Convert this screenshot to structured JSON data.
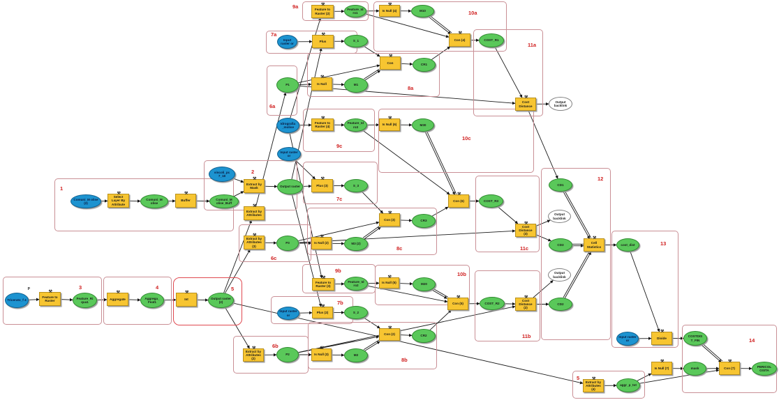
{
  "diagram": {
    "type": "ModelBuilder geoprocessing workflow",
    "groups": [
      {
        "id": "g1",
        "label": "1"
      },
      {
        "id": "g2",
        "label": "2"
      },
      {
        "id": "g3",
        "label": "3"
      },
      {
        "id": "g4",
        "label": "4"
      },
      {
        "id": "g5a",
        "label": "5"
      },
      {
        "id": "g5b",
        "label": "5"
      },
      {
        "id": "g6a",
        "label": "6a"
      },
      {
        "id": "g6b",
        "label": "6b"
      },
      {
        "id": "g6c",
        "label": "6c"
      },
      {
        "id": "g7a",
        "label": "7a"
      },
      {
        "id": "g7b",
        "label": "7b"
      },
      {
        "id": "g7c",
        "label": "7c"
      },
      {
        "id": "g8a",
        "label": "8a"
      },
      {
        "id": "g8b",
        "label": "8b"
      },
      {
        "id": "g8c",
        "label": "8c"
      },
      {
        "id": "g9a",
        "label": "9a"
      },
      {
        "id": "g9b",
        "label": "9b"
      },
      {
        "id": "g9c",
        "label": "9c"
      },
      {
        "id": "g10a",
        "label": "10a"
      },
      {
        "id": "g10b",
        "label": "10b"
      },
      {
        "id": "g10c",
        "label": "10c"
      },
      {
        "id": "g11a",
        "label": "11a"
      },
      {
        "id": "g11b",
        "label": "11b"
      },
      {
        "id": "g11c",
        "label": "11c"
      },
      {
        "id": "g12",
        "label": "12"
      },
      {
        "id": "g13",
        "label": "13"
      },
      {
        "id": "g14",
        "label": "14"
      }
    ],
    "nodes": {
      "comuni_2": {
        "kind": "input",
        "label": "Comuni_M olise (2)"
      },
      "select_layer": {
        "kind": "tool",
        "label": "Select Layer By Attribute"
      },
      "comuni": {
        "kind": "data",
        "label": "Comuni_M olise"
      },
      "buffer": {
        "kind": "tool",
        "label": "Buffer"
      },
      "comuni_buff": {
        "kind": "data",
        "label": "Comuni_M olise_Buff"
      },
      "vincoli": {
        "kind": "input",
        "label": "vincoli_pc 7_18"
      },
      "extract_mask": {
        "kind": "tool",
        "label": "Extract by Mask"
      },
      "output_raster_2": {
        "kind": "data",
        "label": "Output raster"
      },
      "extract_attr": {
        "kind": "tool",
        "label": "Extract by Attributes"
      },
      "tricerato": {
        "kind": "input",
        "label": "Tricerato_f 4",
        "param": "P"
      },
      "feat_to_raster": {
        "kind": "tool",
        "label": "Feature to Raster"
      },
      "feature_ri": {
        "kind": "data",
        "label": "Feature_Ri qua1"
      },
      "aggregate": {
        "kind": "tool",
        "label": "Aggregate"
      },
      "aggrega": {
        "kind": "data",
        "label": "Aggrega_ Feat1"
      },
      "int": {
        "kind": "tool",
        "label": "Int"
      },
      "output_raster_5": {
        "kind": "data",
        "label": "Output raster (2)"
      },
      "feat_to_raster_2": {
        "kind": "tool",
        "label": "Feature to Raster (2)"
      },
      "feature_id_a": {
        "kind": "data",
        "label": "Feature_Id ro1"
      },
      "isnull_4": {
        "kind": "tool",
        "label": "Is Null (4)"
      },
      "m10_a": {
        "kind": "data",
        "label": "M10"
      },
      "con_4": {
        "kind": "tool",
        "label": "Con (4)"
      },
      "cost_r1": {
        "kind": "data",
        "label": "COST_R1"
      },
      "input_raster_7a": {
        "kind": "input",
        "label": "Input raster or"
      },
      "plus": {
        "kind": "tool",
        "label": "Plus"
      },
      "s_1": {
        "kind": "data",
        "label": "S_1"
      },
      "p1": {
        "kind": "data",
        "label": "P1"
      },
      "isnull": {
        "kind": "tool",
        "label": "Is Null"
      },
      "m1": {
        "kind": "data",
        "label": "M1"
      },
      "con": {
        "kind": "tool",
        "label": "Con"
      },
      "cr1": {
        "kind": "data",
        "label": "CR1"
      },
      "cost_dist": {
        "kind": "tool",
        "label": "Cost Distance"
      },
      "backlink_a": {
        "kind": "out",
        "label": "Output backlink"
      },
      "idrografia": {
        "kind": "input",
        "label": "Idrografia _molise"
      },
      "feat_to_raster_4": {
        "kind": "tool",
        "label": "Feature to Raster (4)"
      },
      "feature_id_c": {
        "kind": "data",
        "label": "Feature_Id ro3"
      },
      "isnull_6": {
        "kind": "tool",
        "label": "Is Null (6)"
      },
      "m30": {
        "kind": "data",
        "label": "M30"
      },
      "input_raster_7c": {
        "kind": "input",
        "label": "Input raster or"
      },
      "plus_3": {
        "kind": "tool",
        "label": "Plus (3)"
      },
      "s_3": {
        "kind": "data",
        "label": "S_3"
      },
      "con_6": {
        "kind": "tool",
        "label": "Con (6)"
      },
      "cost_r3": {
        "kind": "data",
        "label": "COST_R3"
      },
      "extract_attr_3": {
        "kind": "tool",
        "label": "Extract by Attributes (3)"
      },
      "p3": {
        "kind": "data",
        "label": "P3"
      },
      "isnull_2": {
        "kind": "tool",
        "label": "Is Null (2)"
      },
      "m3_2": {
        "kind": "data",
        "label": "M3 (2)"
      },
      "con_3": {
        "kind": "tool",
        "label": "Con (3)"
      },
      "cr3": {
        "kind": "data",
        "label": "CR3"
      },
      "cost_dist_3": {
        "kind": "tool",
        "label": "Cost Distance (3)"
      },
      "backlink_c": {
        "kind": "out",
        "label": "Output backlink"
      },
      "cd1": {
        "kind": "data",
        "label": "CD1"
      },
      "cd3": {
        "kind": "data",
        "label": "CD3"
      },
      "cell_stats": {
        "kind": "tool",
        "label": "Cell Statistics"
      },
      "cost_dist_out": {
        "kind": "data",
        "label": "cost_dist"
      },
      "feat_to_raster_3": {
        "kind": "tool",
        "label": "Feature to Raster (3)"
      },
      "feature_id_b": {
        "kind": "data",
        "label": "Feature_Id ro2"
      },
      "isnull_5": {
        "kind": "tool",
        "label": "Is Null (5)"
      },
      "m20": {
        "kind": "data",
        "label": "M20"
      },
      "con_5": {
        "kind": "tool",
        "label": "Con (5)"
      },
      "cost_r2": {
        "kind": "data",
        "label": "COST_R2"
      },
      "cost_dist_2": {
        "kind": "tool",
        "label": "Cost Distance (2)"
      },
      "backlink_b": {
        "kind": "out",
        "label": "Output backlink"
      },
      "cd2": {
        "kind": "data",
        "label": "CD2"
      },
      "input_raster_7b": {
        "kind": "input",
        "label": "Input raster or"
      },
      "plus_2": {
        "kind": "tool",
        "label": "Plus (2)"
      },
      "s_2": {
        "kind": "data",
        "label": "S_2"
      },
      "extract_attr_2": {
        "kind": "tool",
        "label": "Extract by Attributes (2)"
      },
      "p2": {
        "kind": "data",
        "label": "P2"
      },
      "isnull_3": {
        "kind": "tool",
        "label": "Is Null (3)"
      },
      "m2": {
        "kind": "data",
        "label": "M2"
      },
      "con_2": {
        "kind": "tool",
        "label": "Con (2)"
      },
      "cr2": {
        "kind": "data",
        "label": "CR2"
      },
      "input_raster_13": {
        "kind": "input",
        "label": "Input raster or"
      },
      "divide": {
        "kind": "tool",
        "label": "Divide"
      },
      "costdist_fin": {
        "kind": "data",
        "label": "COSTDIS T_FIN"
      },
      "extract_attr_4": {
        "kind": "tool",
        "label": "Extract by Attributes (4)"
      },
      "aggr_p_tot": {
        "kind": "data",
        "label": "aggr_p_tot"
      },
      "isnull_7": {
        "kind": "tool",
        "label": "Is Null (7)"
      },
      "mask": {
        "kind": "data",
        "label": "mask"
      },
      "con_7": {
        "kind": "tool",
        "label": "Con (7)"
      },
      "pericolosita": {
        "kind": "data",
        "label": "PERICOL OSITA"
      }
    },
    "edges": [
      [
        "comuni_2",
        "select_layer"
      ],
      [
        "select_layer",
        "comuni"
      ],
      [
        "comuni",
        "buffer"
      ],
      [
        "buffer",
        "comuni_buff"
      ],
      [
        "comuni_buff",
        "extract_mask"
      ],
      [
        "vincoli",
        "extract_mask"
      ],
      [
        "extract_mask",
        "output_raster_2"
      ],
      [
        "tricerato",
        "feat_to_raster"
      ],
      [
        "feat_to_raster",
        "feature_ri"
      ],
      [
        "feature_ri",
        "aggregate"
      ],
      [
        "aggregate",
        "aggrega"
      ],
      [
        "aggrega",
        "int"
      ],
      [
        "int",
        "output_raster_5"
      ],
      [
        "output_raster_5",
        "extract_attr"
      ],
      [
        "output_raster_5",
        "extract_attr_3"
      ],
      [
        "output_raster_5",
        "extract_attr_2"
      ],
      [
        "output_raster_5",
        "extract_attr_4"
      ],
      [
        "feat_to_raster_2",
        "feature_id_a"
      ],
      [
        "feature_id_a",
        "isnull_4"
      ],
      [
        "isnull_4",
        "m10_a"
      ],
      [
        "m10_a",
        "con_4"
      ],
      [
        "feature_id_a",
        "con_4"
      ],
      [
        "con_4",
        "cost_r1"
      ],
      [
        "input_raster_7a",
        "plus"
      ],
      [
        "plus",
        "s_1"
      ],
      [
        "s_1",
        "con"
      ],
      [
        "p1",
        "isnull"
      ],
      [
        "isnull",
        "m1"
      ],
      [
        "m1",
        "con"
      ],
      [
        "p1",
        "con"
      ],
      [
        "con",
        "cr1"
      ],
      [
        "cr1",
        "con_4"
      ],
      [
        "cost_r1",
        "cost_dist"
      ],
      [
        "p1",
        "cost_dist"
      ],
      [
        "cost_dist",
        "backlink_a"
      ],
      [
        "cost_dist",
        "cd1"
      ],
      [
        "idrografia",
        "feat_to_raster_4"
      ],
      [
        "feat_to_raster_4",
        "feature_id_c"
      ],
      [
        "feature_id_c",
        "isnull_6"
      ],
      [
        "isnull_6",
        "m30"
      ],
      [
        "m30",
        "con_6"
      ],
      [
        "feature_id_c",
        "con_6"
      ],
      [
        "input_raster_7c",
        "plus_3"
      ],
      [
        "output_raster_2",
        "plus_3"
      ],
      [
        "plus_3",
        "s_3"
      ],
      [
        "s_3",
        "con_3"
      ],
      [
        "extract_attr_3",
        "p3"
      ],
      [
        "p3",
        "isnull_2"
      ],
      [
        "isnull_2",
        "m3_2"
      ],
      [
        "m3_2",
        "con_3"
      ],
      [
        "p3",
        "con_3"
      ],
      [
        "con_3",
        "cr3"
      ],
      [
        "cr3",
        "con_6"
      ],
      [
        "con_6",
        "cost_r3"
      ],
      [
        "cost_r3",
        "cost_dist_3"
      ],
      [
        "p3",
        "cost_dist_3"
      ],
      [
        "cost_dist_3",
        "backlink_c"
      ],
      [
        "cost_dist_3",
        "cd3"
      ],
      [
        "cd1",
        "cell_stats"
      ],
      [
        "cd3",
        "cell_stats"
      ],
      [
        "cd2",
        "cell_stats"
      ],
      [
        "cell_stats",
        "cost_dist_out"
      ],
      [
        "feat_to_raster_3",
        "feature_id_b"
      ],
      [
        "feature_id_b",
        "isnull_5"
      ],
      [
        "isnull_5",
        "m20"
      ],
      [
        "m20",
        "con_5"
      ],
      [
        "feature_id_b",
        "con_5"
      ],
      [
        "input_raster_7b",
        "plus_2"
      ],
      [
        "plus_2",
        "s_2"
      ],
      [
        "s_2",
        "con_2"
      ],
      [
        "extract_attr_2",
        "p2"
      ],
      [
        "p2",
        "isnull_3"
      ],
      [
        "isnull_3",
        "m2"
      ],
      [
        "m2",
        "con_2"
      ],
      [
        "p2",
        "con_2"
      ],
      [
        "con_2",
        "cr2"
      ],
      [
        "cr2",
        "con_5"
      ],
      [
        "con_5",
        "cost_r2"
      ],
      [
        "cost_r2",
        "cost_dist_2"
      ],
      [
        "p2",
        "cost_dist_2"
      ],
      [
        "cost_dist_2",
        "backlink_b"
      ],
      [
        "cost_dist_2",
        "cd2"
      ],
      [
        "cost_dist_out",
        "divide"
      ],
      [
        "input_raster_13",
        "divide"
      ],
      [
        "divide",
        "costdist_fin"
      ],
      [
        "extract_attr_4",
        "aggr_p_tot"
      ],
      [
        "aggr_p_tot",
        "isnull_7"
      ],
      [
        "isnull_7",
        "mask"
      ],
      [
        "mask",
        "con_7"
      ],
      [
        "costdist_fin",
        "con_7"
      ],
      [
        "aggr_p_tot",
        "con_7"
      ],
      [
        "con_7",
        "pericolosita"
      ],
      [
        "idrografia",
        "feat_to_raster_2"
      ],
      [
        "idrografia",
        "feat_to_raster_3"
      ],
      [
        "extract_attr",
        "p1"
      ],
      [
        "output_raster_2",
        "plus"
      ],
      [
        "output_raster_2",
        "plus_2"
      ]
    ]
  }
}
